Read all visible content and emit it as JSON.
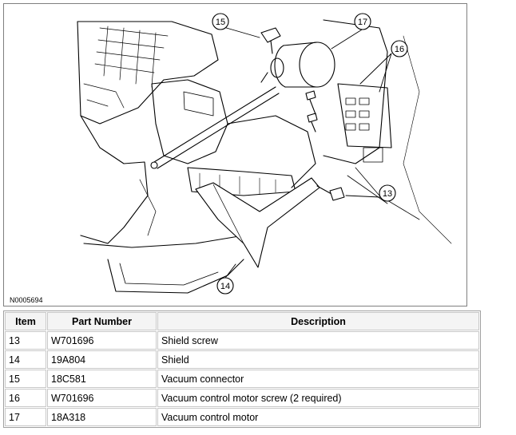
{
  "figure": {
    "id": "N0005694",
    "callouts": [
      "15",
      "17",
      "16",
      "13",
      "14"
    ]
  },
  "table": {
    "headers": {
      "item": "Item",
      "part_number": "Part Number",
      "description": "Description"
    },
    "rows": [
      {
        "item": "13",
        "part_number": "W701696",
        "description": "Shield screw"
      },
      {
        "item": "14",
        "part_number": "19A804",
        "description": "Shield"
      },
      {
        "item": "15",
        "part_number": "18C581",
        "description": "Vacuum connector"
      },
      {
        "item": "16",
        "part_number": "W701696",
        "description": "Vacuum control motor screw (2 required)"
      },
      {
        "item": "17",
        "part_number": "18A318",
        "description": "Vacuum control motor"
      }
    ]
  }
}
